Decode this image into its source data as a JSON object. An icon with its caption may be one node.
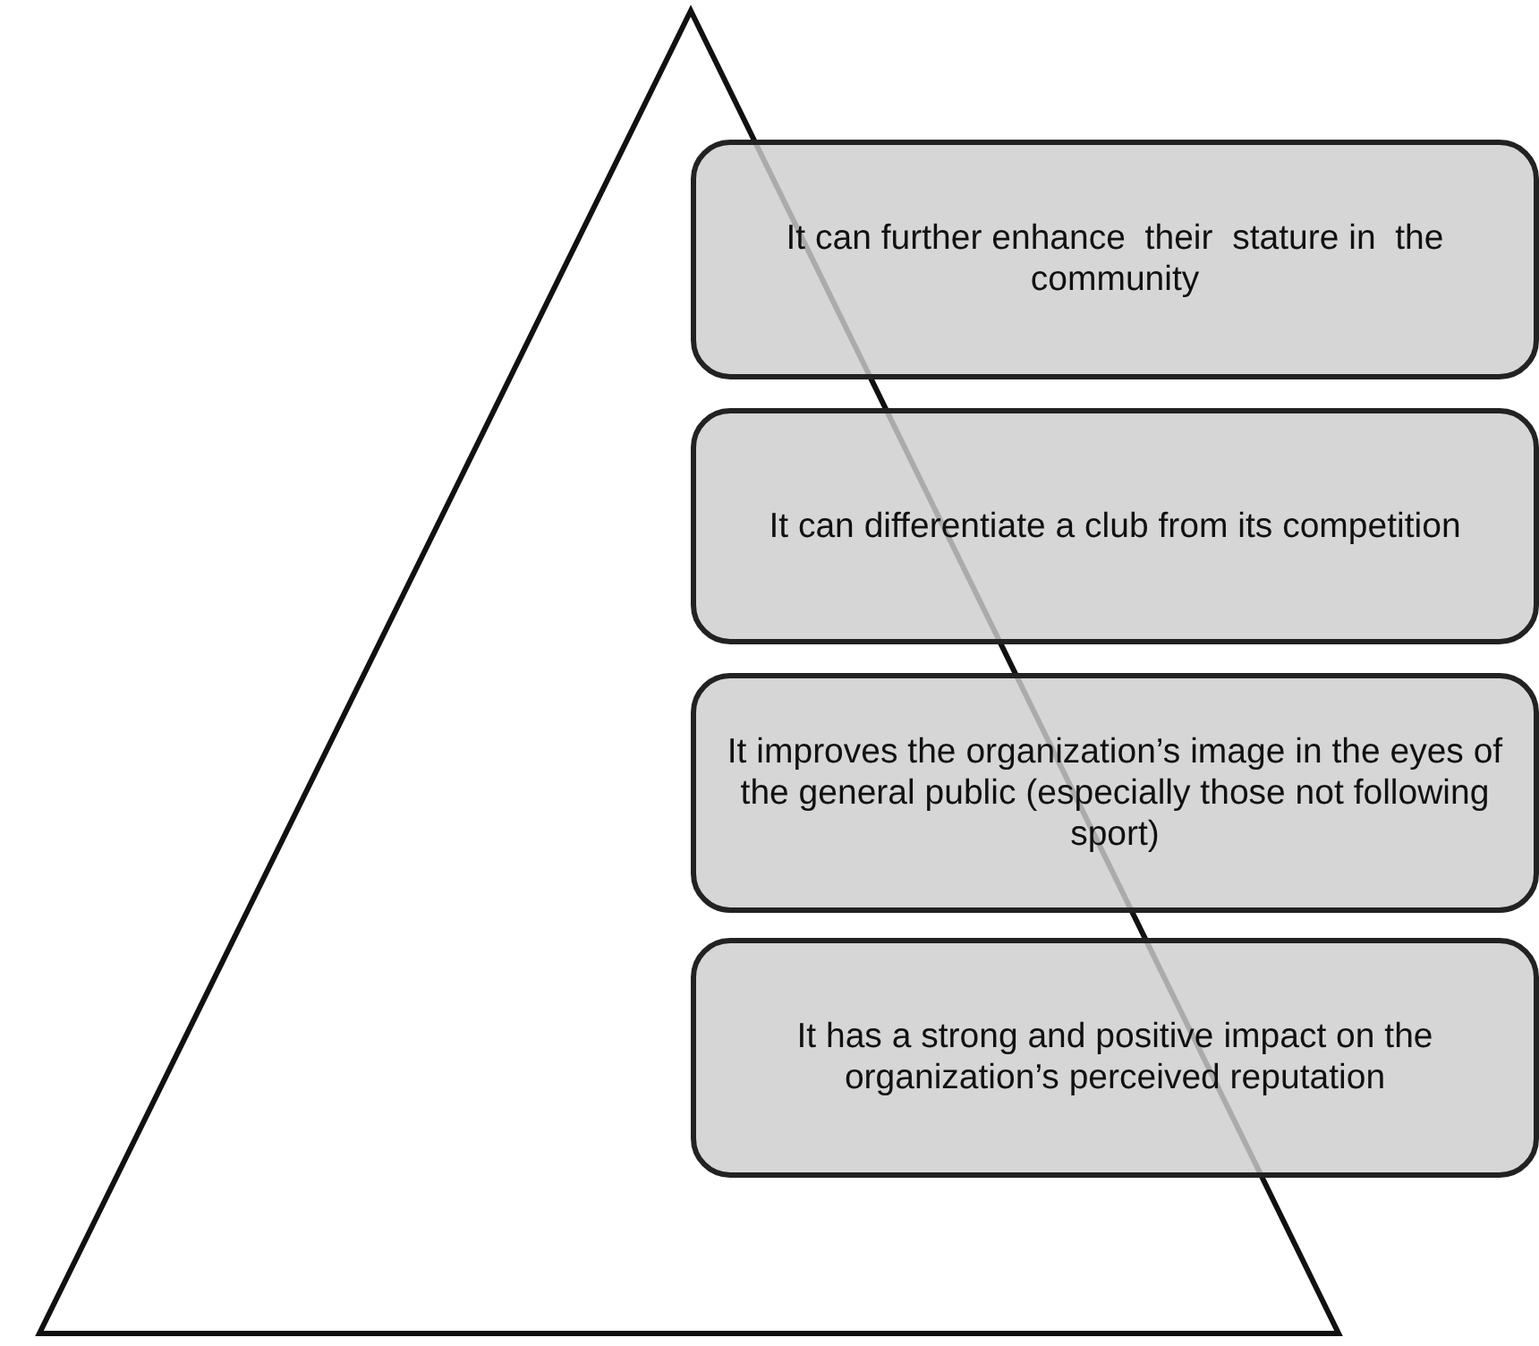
{
  "diagram": {
    "nodes": [
      {
        "text": [
          "It can further enhance  their  stature in  the  community"
        ]
      },
      {
        "text": [
          "It can differentiate a club from its competition"
        ]
      },
      {
        "text": [
          "It improves the organization’s image in the eyes of the general public (especially those not following sport)"
        ]
      },
      {
        "text": [
          "It has a strong and positive impact on the organization’s perceived reputation"
        ]
      }
    ]
  }
}
